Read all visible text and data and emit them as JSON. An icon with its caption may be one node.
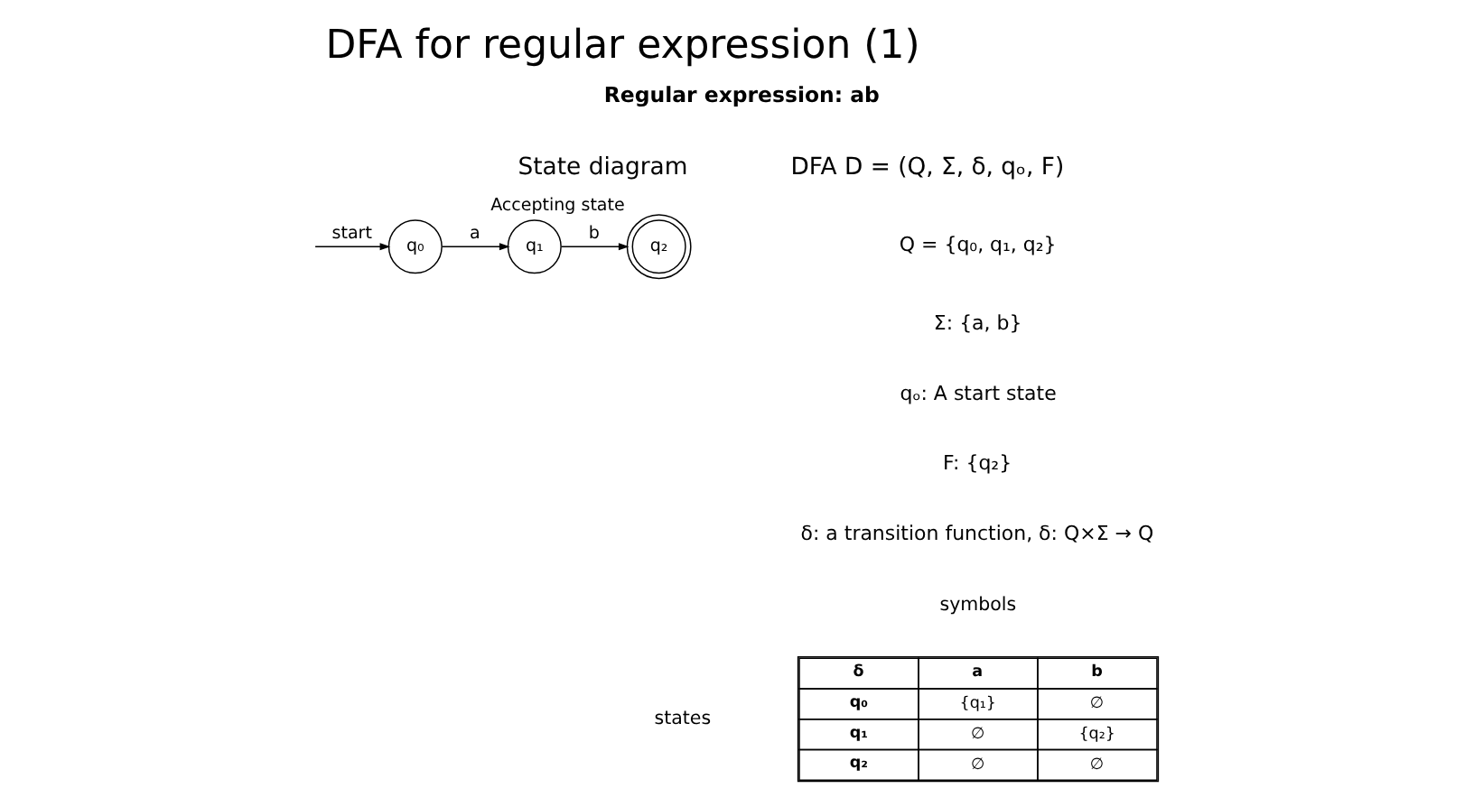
{
  "diagram": {
    "title": "DFA for regular expression (1)",
    "nodes": [
      {
        "text": [
          "q₀"
        ]
      },
      {
        "text": [
          "q₁"
        ]
      },
      {
        "text": [
          "q₂"
        ],
        "beside": [
          "Accepting state"
        ]
      }
    ],
    "edges": [
      {
        "from": null,
        "to": 0,
        "arrow": "to",
        "label": "start"
      },
      {
        "from": 0,
        "to": 1,
        "arrow": "to",
        "label": "a"
      },
      {
        "from": 1,
        "to": 2,
        "arrow": "to",
        "label": "b"
      }
    ],
    "labels": [
      "Regular expression: ab",
      "State diagram",
      "DFA D = (Q, Σ, δ, qₒ, F)",
      "Q = {q₀, q₁, q₂}",
      "Σ: {a, b}",
      "qₒ: A start state",
      "F: {q₂}",
      "δ: a transition function, δ: Q×Σ → Q",
      "symbols",
      "states",
      "δ",
      "a",
      "b",
      "q₀",
      "{q₁}",
      "∅",
      "q₁",
      "∅",
      "{q₂}",
      "q₂",
      "∅",
      "∅"
    ]
  }
}
